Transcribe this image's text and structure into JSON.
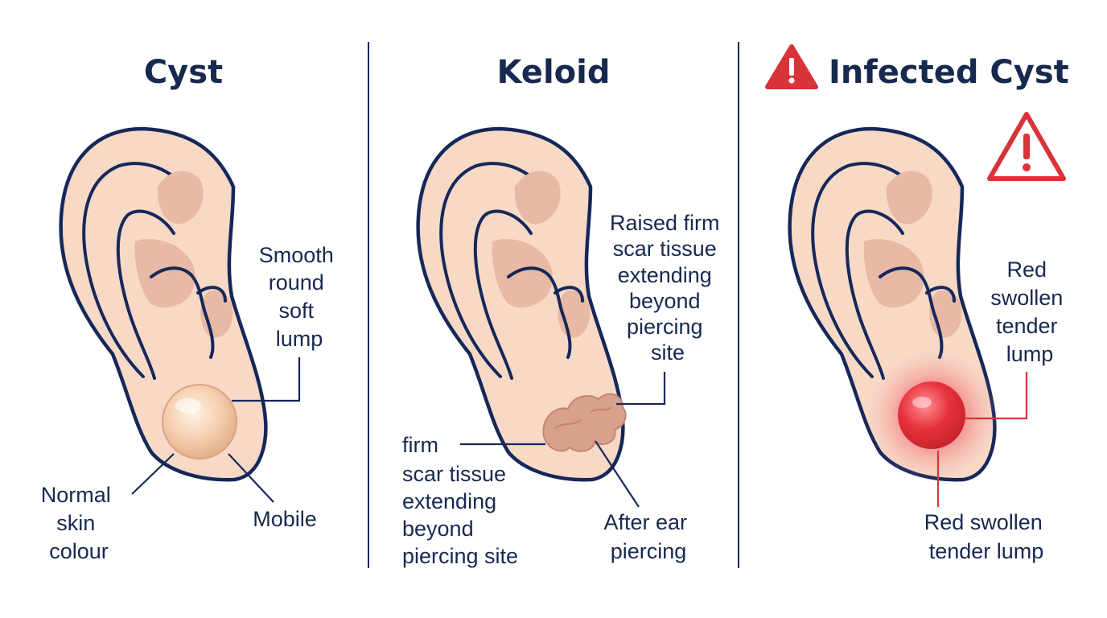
{
  "colors": {
    "navy": "#16285a",
    "skin": "#f7d9c6",
    "warning_red": "#d9333a",
    "inflamed_red": "#e8323c"
  },
  "panels": [
    {
      "title": "Cyst",
      "labels": {
        "lump": [
          "Smooth",
          "round",
          "soft",
          "lump"
        ],
        "skin": [
          "Normal",
          "skin",
          "colour"
        ],
        "mobile": [
          "Mobile"
        ]
      }
    },
    {
      "title": "Keloid",
      "labels": {
        "raised": [
          "Raised firm",
          "scar tissue",
          "extending",
          "beyond",
          "piercing",
          "site"
        ],
        "firm": [
          "firm",
          "scar tissue",
          "extending",
          "beyond",
          "piercing site"
        ],
        "after": [
          "After ear",
          "piercing"
        ]
      }
    },
    {
      "title": "Infected Cyst",
      "title_icon": "warning-triangle-icon",
      "corner_icon": "warning-triangle-icon",
      "labels": {
        "side": [
          "Red",
          "swollen",
          "tender",
          "lump"
        ],
        "bottom": [
          "Red swollen",
          "tender lump"
        ]
      }
    }
  ]
}
